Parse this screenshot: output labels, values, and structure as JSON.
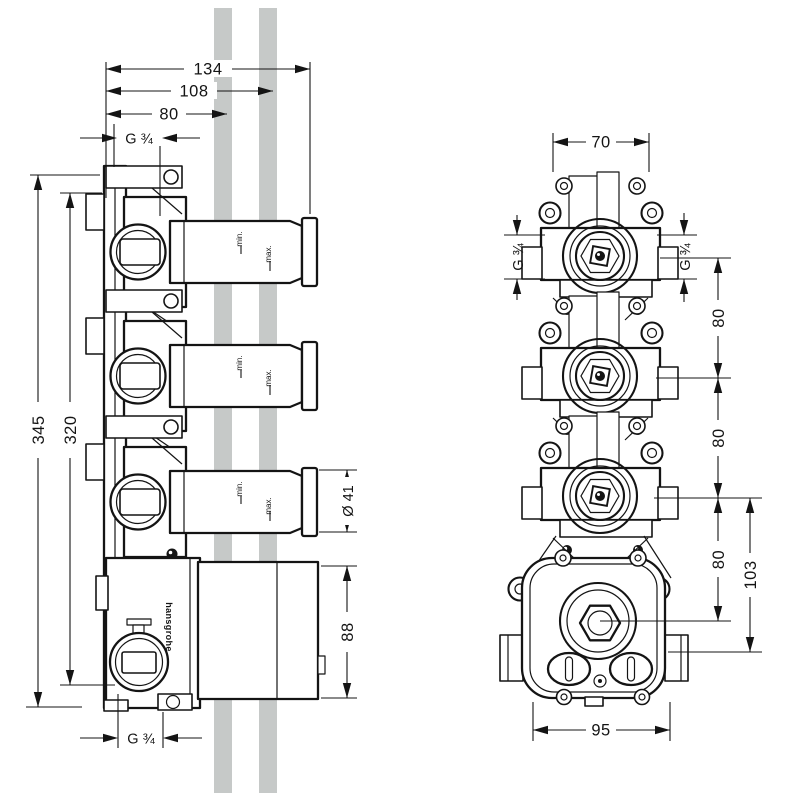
{
  "drawing": {
    "brand_label": "hansgrohe",
    "colors": {
      "line": "#141414",
      "wall": "#c6c9c8",
      "background": "#ffffff"
    },
    "left_view": {
      "dim_total_width": "134",
      "dim_mid_width": "108",
      "dim_min_width": "80",
      "thread_top": "G ¾",
      "thread_bottom": "G ¾",
      "dim_total_height": "345",
      "dim_inner_height": "320",
      "dim_spout_diameter": "Ø 41",
      "dim_box_height": "88",
      "min_label": "min.",
      "max_label": "max."
    },
    "right_view": {
      "dim_top_width": "70",
      "thread_left": "G ¾",
      "thread_right": "G ¾",
      "dim_spacing_1": "80",
      "dim_spacing_2": "80",
      "dim_spacing_3": "80",
      "dim_outlet_offset": "103",
      "dim_bottom_width": "95"
    }
  }
}
